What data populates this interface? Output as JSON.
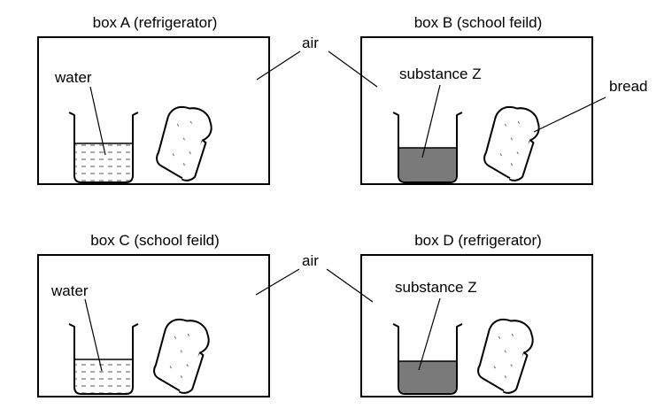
{
  "boxes": {
    "a": {
      "title": "box A (refrigerator)",
      "substance_label": "water",
      "substance_type": "water"
    },
    "b": {
      "title": "box B (school feild)",
      "substance_label": "substance Z",
      "substance_type": "substance-z",
      "extra_label": "bread"
    },
    "c": {
      "title": "box C (school feild)",
      "substance_label": "water",
      "substance_type": "water"
    },
    "d": {
      "title": "box D (refrigerator)",
      "substance_label": "substance Z",
      "substance_type": "substance-z"
    }
  },
  "air_label": "air",
  "colors": {
    "substance_z_fill": "#7a7a7a",
    "water_fill": "#ffffff",
    "outline": "#000000"
  }
}
